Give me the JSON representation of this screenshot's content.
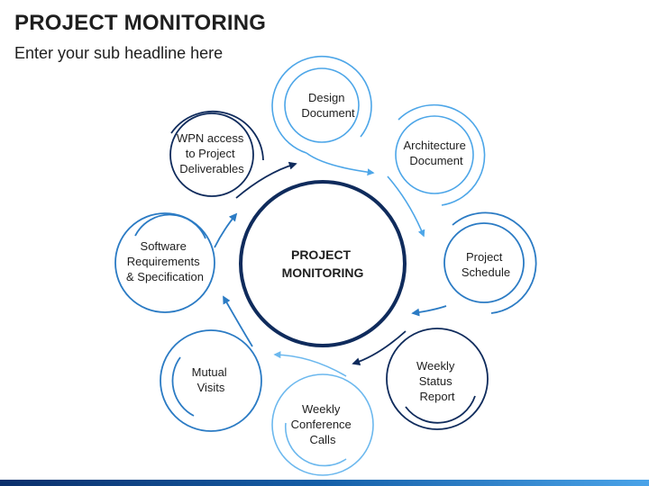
{
  "header": {
    "title": "PROJECT MONITORING",
    "subtitle": "Enter your sub headline here"
  },
  "center": {
    "lines": [
      "PROJECT",
      "MONITORING"
    ]
  },
  "nodes": [
    {
      "id": "design-document",
      "lines": [
        "Design",
        "Document"
      ]
    },
    {
      "id": "architecture-document",
      "lines": [
        "Architecture",
        "Document"
      ]
    },
    {
      "id": "project-schedule",
      "lines": [
        "Project",
        "Schedule"
      ]
    },
    {
      "id": "weekly-status-report",
      "lines": [
        "Weekly",
        "Status",
        "Report"
      ]
    },
    {
      "id": "weekly-conference-calls",
      "lines": [
        "Weekly",
        "Conference",
        "Calls"
      ]
    },
    {
      "id": "mutual-visits",
      "lines": [
        "Mutual",
        "Visits"
      ]
    },
    {
      "id": "software-requirements",
      "lines": [
        "Software",
        "Requirements",
        "& Specification"
      ]
    },
    {
      "id": "wpn-access",
      "lines": [
        "WPN access",
        "to Project",
        "Deliverables"
      ]
    }
  ],
  "colors": {
    "dark_navy": "#0f2b5c",
    "navy": "#1c4e8a",
    "medium_blue": "#2b7bc4",
    "light_blue": "#4da6e8",
    "sky_blue": "#6cb8ee"
  }
}
